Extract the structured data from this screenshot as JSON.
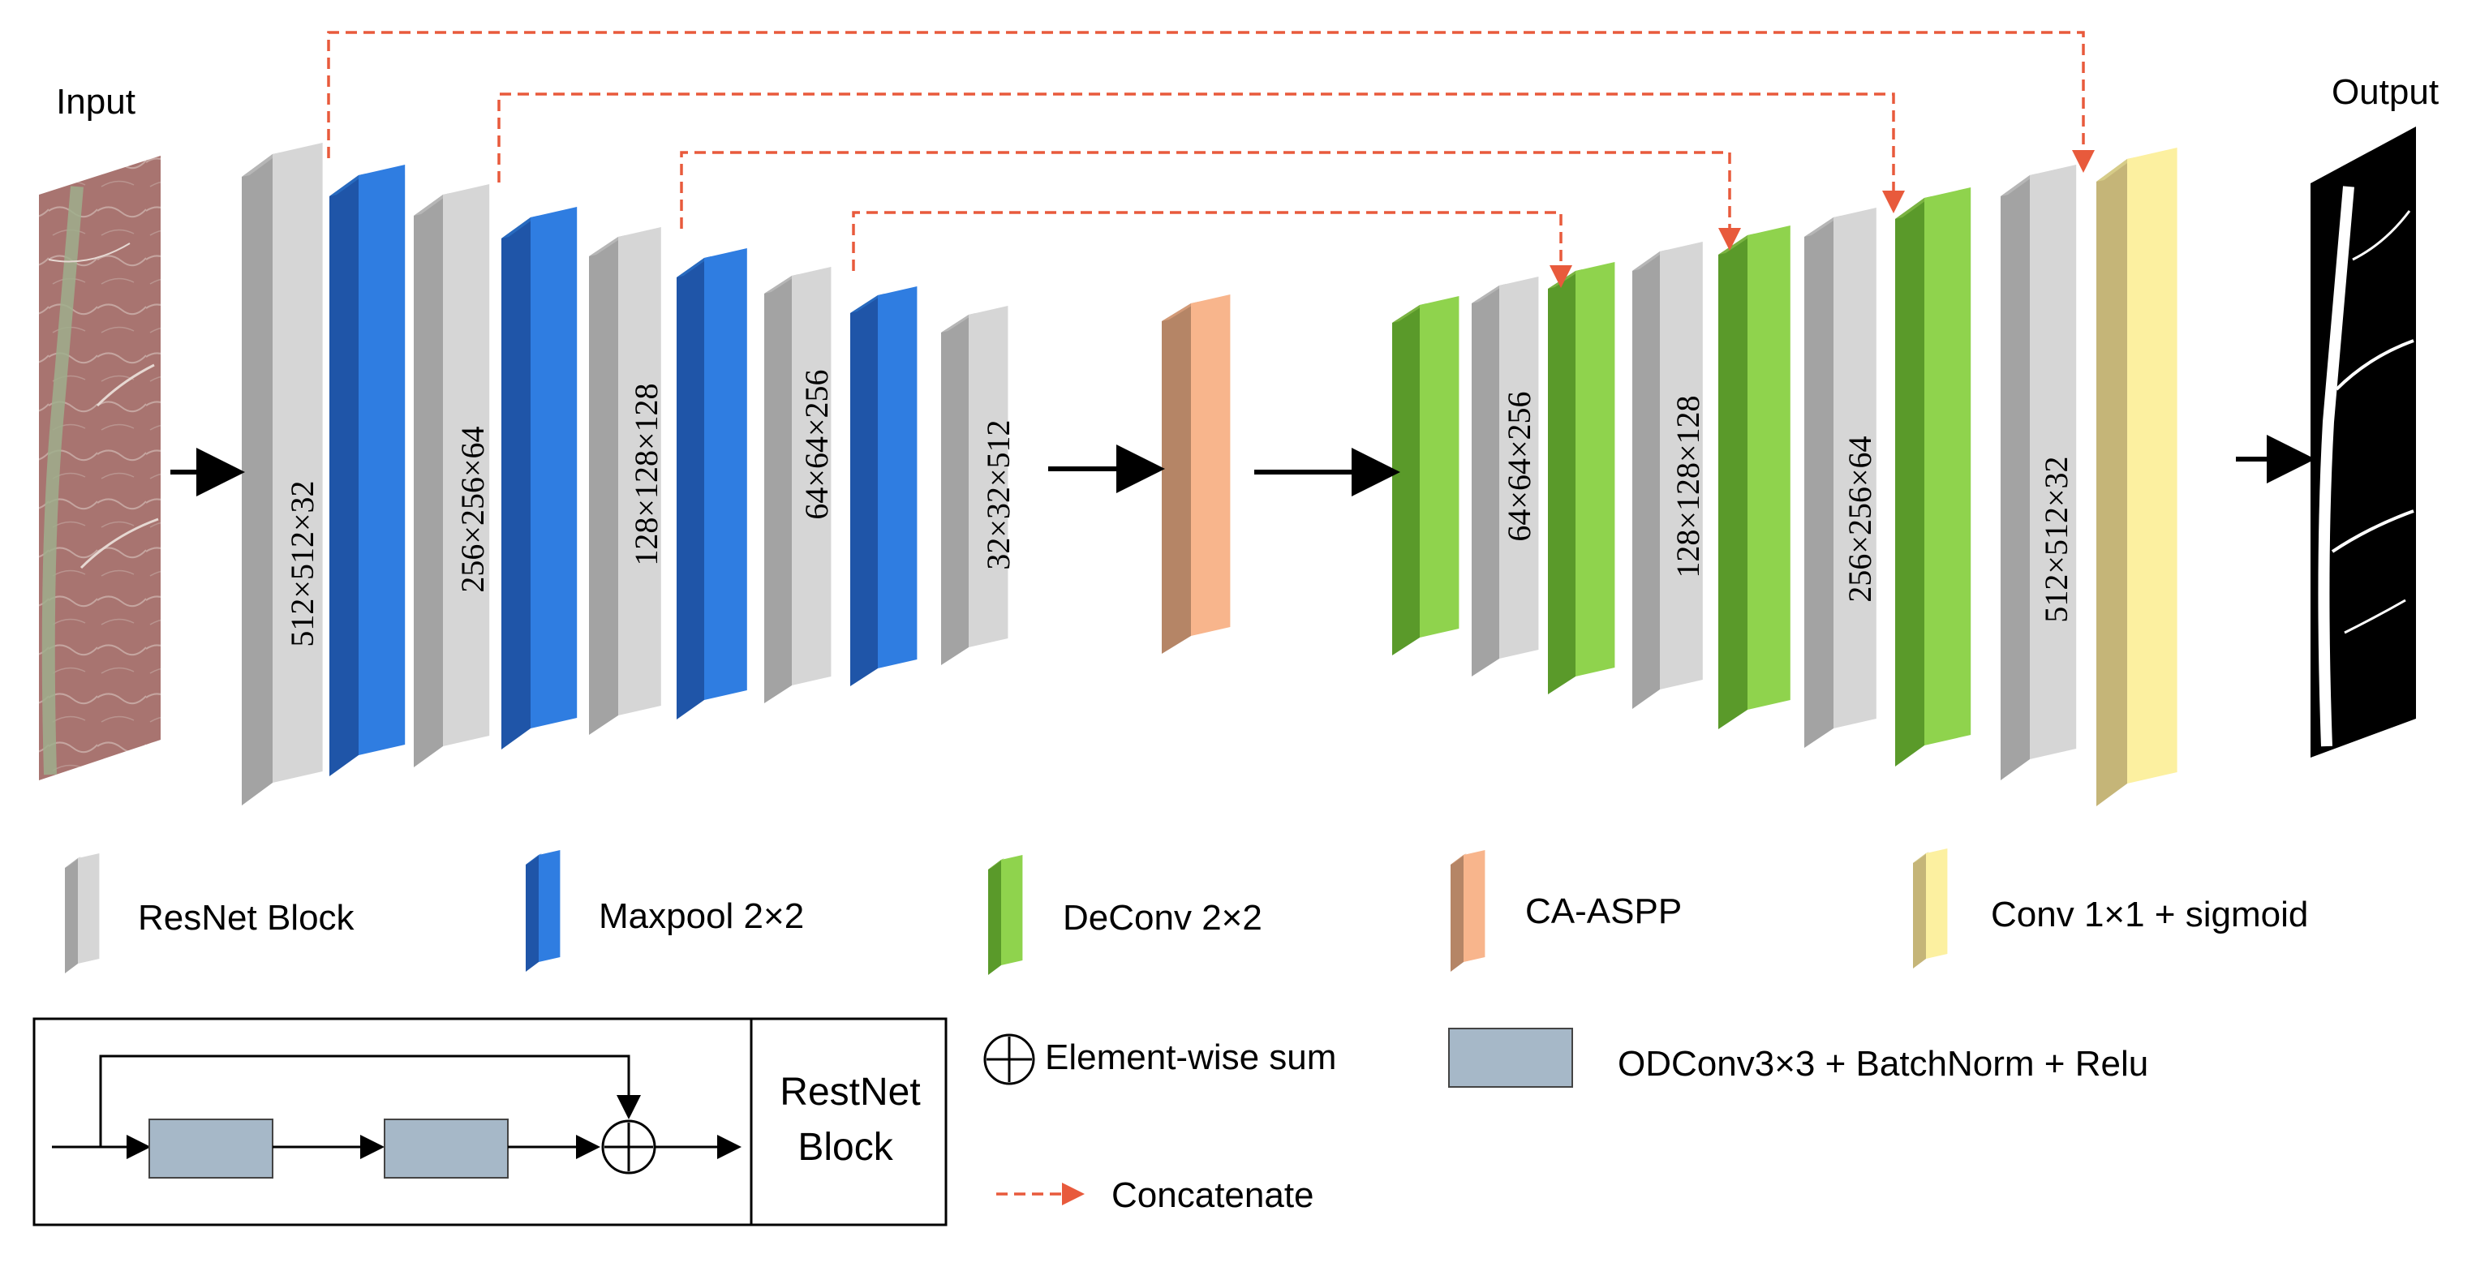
{
  "labels": {
    "input": "Input",
    "output": "Output"
  },
  "encoder_dims": [
    "512×512×32",
    "256×256×64",
    "128×128×128",
    "64×64×256",
    "32×32×512"
  ],
  "decoder_dims": [
    "64×64×256",
    "128×128×128",
    "256×256×64",
    "512×512×32"
  ],
  "legend": {
    "resnet": "ResNet Block",
    "maxpool": "Maxpool 2×2",
    "deconv": "DeConv 2×2",
    "aspp": "CA-ASPP",
    "conv": "Conv 1×1 + sigmoid",
    "sum": "Element-wise sum",
    "odconv": "ODConv3×3 + BatchNorm +  Relu",
    "concat": "Concatenate"
  },
  "resnet_box": {
    "title_line1": "RestNet",
    "title_line2": "Block"
  },
  "colors": {
    "resnet_face": "#d6d6d6",
    "resnet_side": "#a3a3a3",
    "maxpool_face": "#2f7de1",
    "maxpool_side": "#1f55a8",
    "deconv_face": "#8fd34d",
    "deconv_side": "#5a9a2a",
    "aspp_face": "#f8b58c",
    "aspp_side": "#b58566",
    "conv_face": "#fcf0a0",
    "conv_side": "#c5b578",
    "odconv": "#a6b8c8",
    "concat": "#e85a3c"
  }
}
